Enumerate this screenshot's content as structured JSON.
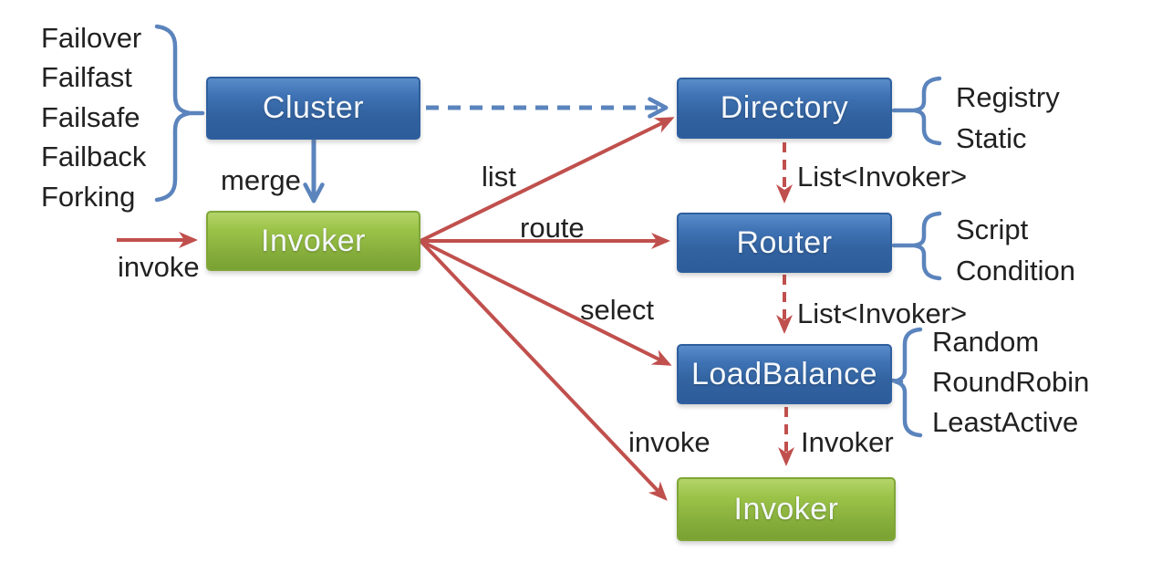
{
  "boxes": {
    "cluster": "Cluster",
    "directory": "Directory",
    "invoker_top": "Invoker",
    "router": "Router",
    "loadbalance": "LoadBalance",
    "invoker_bottom": "Invoker"
  },
  "side_lists": {
    "cluster_impls": [
      "Failover",
      "Failfast",
      "Failsafe",
      "Failback",
      "Forking"
    ],
    "directory_impls": [
      "Registry",
      "Static"
    ],
    "router_impls": [
      "Script",
      "Condition"
    ],
    "loadbalance_impls": [
      "Random",
      "RoundRobin",
      "LeastActive"
    ]
  },
  "edge_labels": {
    "invoke_in": "invoke",
    "merge": "merge",
    "list": "list",
    "route": "route",
    "select": "select",
    "invoke_out": "invoke",
    "directory_to_router": "List<Invoker>",
    "router_to_loadbalance": "List<Invoker>",
    "loadbalance_to_invoker": "Invoker"
  },
  "colors": {
    "blue_box": "#3A6DB0",
    "green_box": "#8FBA40",
    "red_arrow": "#C0504D",
    "blue_arrow": "#5B84BD",
    "label_text": "#212121"
  }
}
